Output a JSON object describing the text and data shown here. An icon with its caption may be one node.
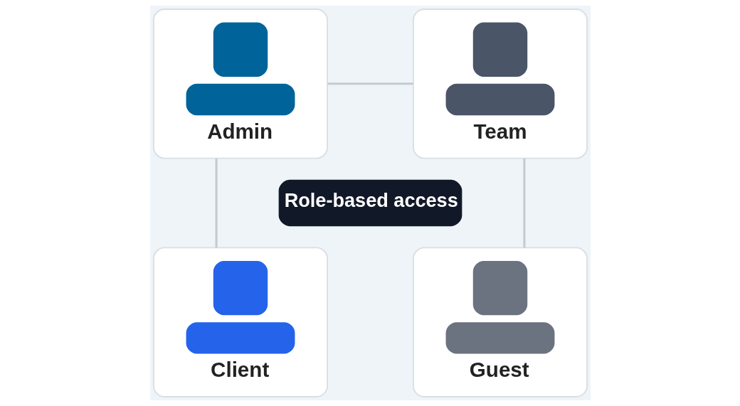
{
  "diagram": {
    "nodes": [
      {
        "text": [
          "Admin"
        ]
      },
      {
        "text": [
          "Team"
        ]
      },
      {
        "text": [
          "Role-based access"
        ]
      },
      {
        "text": [
          "Client"
        ]
      },
      {
        "text": [
          "Guest"
        ]
      }
    ],
    "edges": [
      {
        "from": 0,
        "to": 1,
        "arrow": "none"
      },
      {
        "from": 0,
        "to": 3,
        "arrow": "none"
      },
      {
        "from": 1,
        "to": 4,
        "arrow": "none"
      }
    ]
  }
}
